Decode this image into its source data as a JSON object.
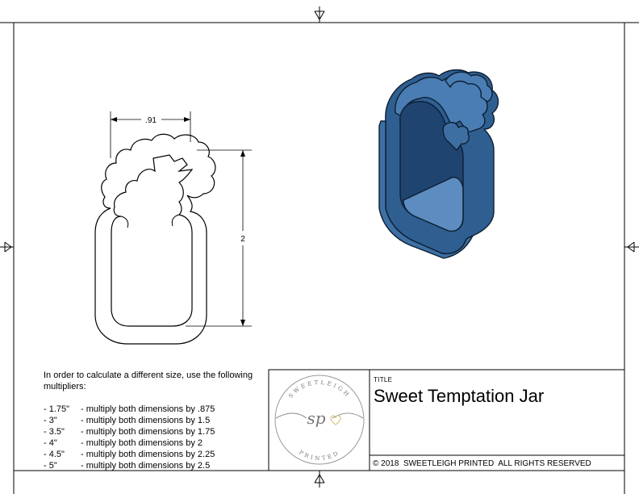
{
  "drawing": {
    "dimensions": {
      "width_label": ".91",
      "height_label": "2"
    },
    "instructions": {
      "intro": "In order to calculate a different size, use the following multipliers:",
      "rows": [
        {
          "size": "- 1.75\"",
          "text": "- multiply both dimensions by .875"
        },
        {
          "size": "- 3\"",
          "text": "- multiply both dimensions by 1.5"
        },
        {
          "size": "- 3.5\"",
          "text": "- multiply both dimensions by 1.75"
        },
        {
          "size": "- 4\"",
          "text": "- multiply both dimensions by 2"
        },
        {
          "size": "- 4.5\"",
          "text": "- multiply both dimensions by 2.25"
        },
        {
          "size": "- 5\"",
          "text": "- multiply both dimensions by 2.5"
        }
      ]
    },
    "title_block": {
      "label": "TITLE",
      "title": "Sweet Temptation Jar",
      "copyright": "© 2018  SWEETLEIGH PRINTED  ALL RIGHTS RESERVED"
    },
    "logo": {
      "top_text": "SWEETLEIGH",
      "bottom_text": "PRINTED",
      "monogram": "sp"
    }
  },
  "colors": {
    "model_fill": "#3d6fa3",
    "model_dark": "#1f4470",
    "model_light": "#5c8cc0"
  }
}
